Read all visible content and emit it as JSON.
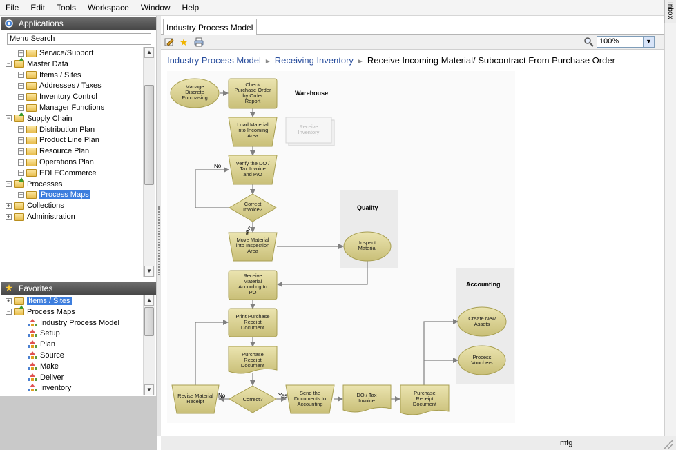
{
  "menubar": {
    "items": [
      "File",
      "Edit",
      "Tools",
      "Workspace",
      "Window",
      "Help"
    ],
    "inbox_label": "Inbox"
  },
  "applications": {
    "title": "Applications",
    "search_placeholder": "Menu Search",
    "tree": [
      {
        "label": "Service/Support",
        "level": 1,
        "type": "folder"
      },
      {
        "label": "Master Data",
        "level": 0,
        "type": "open-folder"
      },
      {
        "label": "Items / Sites",
        "level": 1,
        "type": "folder"
      },
      {
        "label": "Addresses / Taxes",
        "level": 1,
        "type": "folder"
      },
      {
        "label": "Inventory Control",
        "level": 1,
        "type": "folder"
      },
      {
        "label": "Manager Functions",
        "level": 1,
        "type": "folder"
      },
      {
        "label": "Supply Chain",
        "level": 0,
        "type": "open-folder"
      },
      {
        "label": "Distribution Plan",
        "level": 1,
        "type": "folder"
      },
      {
        "label": "Product Line Plan",
        "level": 1,
        "type": "folder"
      },
      {
        "label": "Resource Plan",
        "level": 1,
        "type": "folder"
      },
      {
        "label": "Operations Plan",
        "level": 1,
        "type": "folder"
      },
      {
        "label": "EDI ECommerce",
        "level": 1,
        "type": "folder"
      },
      {
        "label": "Processes",
        "level": 0,
        "type": "open-folder"
      },
      {
        "label": "Process Maps",
        "level": 1,
        "type": "folder",
        "selected": true
      },
      {
        "label": "Collections",
        "level": 0,
        "type": "folder"
      },
      {
        "label": "Administration",
        "level": 0,
        "type": "folder"
      }
    ]
  },
  "favorites": {
    "title": "Favorites",
    "tree": [
      {
        "label": "Items / Sites",
        "level": 0,
        "type": "folder",
        "selected": true
      },
      {
        "label": "Process Maps",
        "level": 0,
        "type": "open-folder"
      },
      {
        "label": "Industry Process Model",
        "level": 1,
        "type": "map"
      },
      {
        "label": "Setup",
        "level": 1,
        "type": "map"
      },
      {
        "label": "Plan",
        "level": 1,
        "type": "map"
      },
      {
        "label": "Source",
        "level": 1,
        "type": "map"
      },
      {
        "label": "Make",
        "level": 1,
        "type": "map"
      },
      {
        "label": "Deliver",
        "level": 1,
        "type": "map"
      },
      {
        "label": "Inventory",
        "level": 1,
        "type": "map"
      }
    ]
  },
  "tab": {
    "label": "Industry Process Model",
    "close": "×"
  },
  "toolbar": {
    "zoom": "100%"
  },
  "breadcrumb": {
    "part1": "Industry Process Model",
    "part2": "Receiving Inventory",
    "current": "Receive Incoming Material/ Subcontract From Purchase Order",
    "separator": "►"
  },
  "diagram": {
    "lanes": {
      "warehouse": "Warehouse",
      "quality": "Quality",
      "accounting": "Accounting"
    },
    "nodes": {
      "manage": [
        "Manage",
        "Discrete",
        "Purchasing"
      ],
      "check_po": [
        "Check",
        "Purchase Order",
        "by Order",
        "Report"
      ],
      "load": [
        "Load Material",
        "into Incoming",
        "Area"
      ],
      "receive_inv": [
        "Receive",
        "Inventory"
      ],
      "verify": [
        "Verify the DO /",
        "Tax Invoice",
        "and P/O"
      ],
      "correct_invoice": [
        "Correct",
        "Invoice?"
      ],
      "move_material": [
        "Move Material",
        "into Inspection",
        "Area"
      ],
      "inspect": [
        "Inspect",
        "Material"
      ],
      "receive_material": [
        "Receive",
        "Material",
        "According to",
        "PO"
      ],
      "print_receipt": [
        "Print Purchase",
        "Receipt",
        "Document"
      ],
      "purchase_receipt_doc": [
        "Purchase",
        "Receipt",
        "Document"
      ],
      "correct": [
        "Correct?"
      ],
      "revise": [
        "Revise Material",
        "Receipt"
      ],
      "send_docs": [
        "Send the",
        "Documents to",
        "Accounting"
      ],
      "do_tax": [
        "DO / Tax",
        "Invoice"
      ],
      "purchase_receipt_doc2": [
        "Purchase",
        "Receipt",
        "Document"
      ],
      "create_assets": [
        "Create New",
        "Assets"
      ],
      "process_vouchers": [
        "Process",
        "Vouchers"
      ]
    },
    "labels": {
      "no1": "No",
      "yes1": "Yes",
      "no2": "No",
      "yes2": "Yes"
    }
  },
  "statusbar": {
    "user": "mfg"
  },
  "colors": {
    "shape_fill": "#dcd49a",
    "shape_stroke": "#a89f52",
    "lane_fill": "#ebebeb",
    "selection": "#3d7ede"
  }
}
